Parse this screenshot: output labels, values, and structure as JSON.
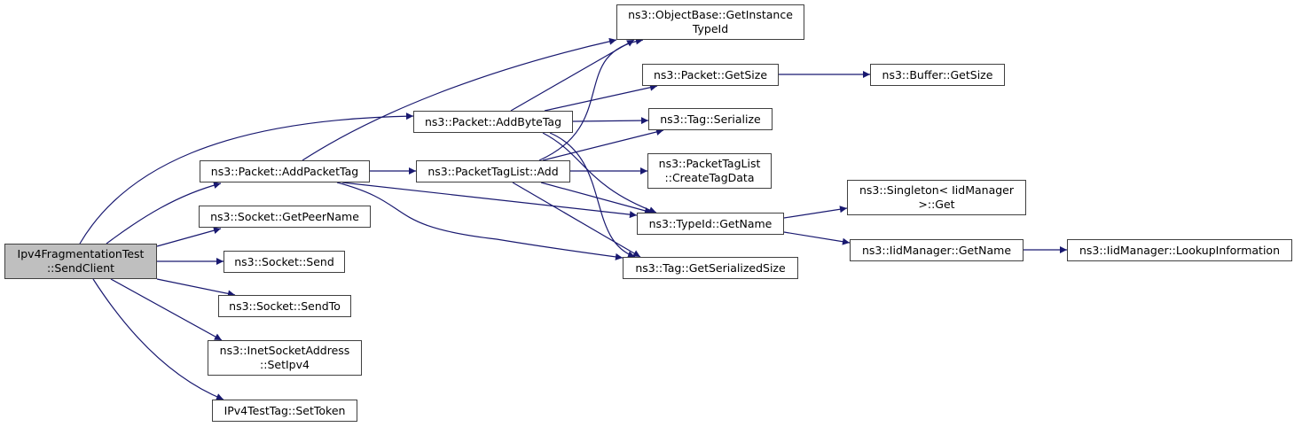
{
  "diagram": {
    "type": "call-graph",
    "edge_color": "#191970",
    "root_fill": "#bfbfbf",
    "node_border": "#404040",
    "nodes": [
      {
        "id": "sendclient",
        "lines": [
          "Ipv4FragmentationTest",
          "::SendClient"
        ],
        "root": true
      },
      {
        "id": "addpackettag",
        "lines": [
          "ns3::Packet::AddPacketTag"
        ]
      },
      {
        "id": "getpeername",
        "lines": [
          "ns3::Socket::GetPeerName"
        ]
      },
      {
        "id": "send",
        "lines": [
          "ns3::Socket::Send"
        ]
      },
      {
        "id": "sendto",
        "lines": [
          "ns3::Socket::SendTo"
        ]
      },
      {
        "id": "setipv4",
        "lines": [
          "ns3::InetSocketAddress",
          "::SetIpv4"
        ]
      },
      {
        "id": "settoken",
        "lines": [
          "IPv4TestTag::SetToken"
        ]
      },
      {
        "id": "addbytetag",
        "lines": [
          "ns3::Packet::AddByteTag"
        ]
      },
      {
        "id": "ptladd",
        "lines": [
          "ns3::PacketTagList::Add"
        ]
      },
      {
        "id": "getinstancetypeid",
        "lines": [
          "ns3::ObjectBase::GetInstance",
          "TypeId"
        ]
      },
      {
        "id": "packetgetsize",
        "lines": [
          "ns3::Packet::GetSize"
        ]
      },
      {
        "id": "tagserialize",
        "lines": [
          "ns3::Tag::Serialize"
        ]
      },
      {
        "id": "createtagdata",
        "lines": [
          "ns3::PacketTagList",
          "::CreateTagData"
        ]
      },
      {
        "id": "typeidgetname",
        "lines": [
          "ns3::TypeId::GetName"
        ]
      },
      {
        "id": "getserializedsize",
        "lines": [
          "ns3::Tag::GetSerializedSize"
        ]
      },
      {
        "id": "buffergetsize",
        "lines": [
          "ns3::Buffer::GetSize"
        ]
      },
      {
        "id": "singletonget",
        "lines": [
          "ns3::Singleton< IidManager",
          ">::Get"
        ]
      },
      {
        "id": "iidgetname",
        "lines": [
          "ns3::IidManager::GetName"
        ]
      },
      {
        "id": "lookupinformation",
        "lines": [
          "ns3::IidManager::LookupInformation"
        ]
      }
    ],
    "edges": [
      [
        "sendclient",
        "addbytetag"
      ],
      [
        "sendclient",
        "addpackettag"
      ],
      [
        "sendclient",
        "getpeername"
      ],
      [
        "sendclient",
        "send"
      ],
      [
        "sendclient",
        "sendto"
      ],
      [
        "sendclient",
        "setipv4"
      ],
      [
        "sendclient",
        "settoken"
      ],
      [
        "addpackettag",
        "getinstancetypeid"
      ],
      [
        "addpackettag",
        "ptladd"
      ],
      [
        "addpackettag",
        "typeidgetname"
      ],
      [
        "addpackettag",
        "getserializedsize"
      ],
      [
        "addbytetag",
        "getinstancetypeid"
      ],
      [
        "addbytetag",
        "packetgetsize"
      ],
      [
        "addbytetag",
        "tagserialize"
      ],
      [
        "addbytetag",
        "typeidgetname"
      ],
      [
        "addbytetag",
        "getserializedsize"
      ],
      [
        "ptladd",
        "getinstancetypeid"
      ],
      [
        "ptladd",
        "tagserialize"
      ],
      [
        "ptladd",
        "createtagdata"
      ],
      [
        "ptladd",
        "typeidgetname"
      ],
      [
        "ptladd",
        "getserializedsize"
      ],
      [
        "packetgetsize",
        "buffergetsize"
      ],
      [
        "typeidgetname",
        "singletonget"
      ],
      [
        "typeidgetname",
        "iidgetname"
      ],
      [
        "iidgetname",
        "lookupinformation"
      ]
    ]
  }
}
